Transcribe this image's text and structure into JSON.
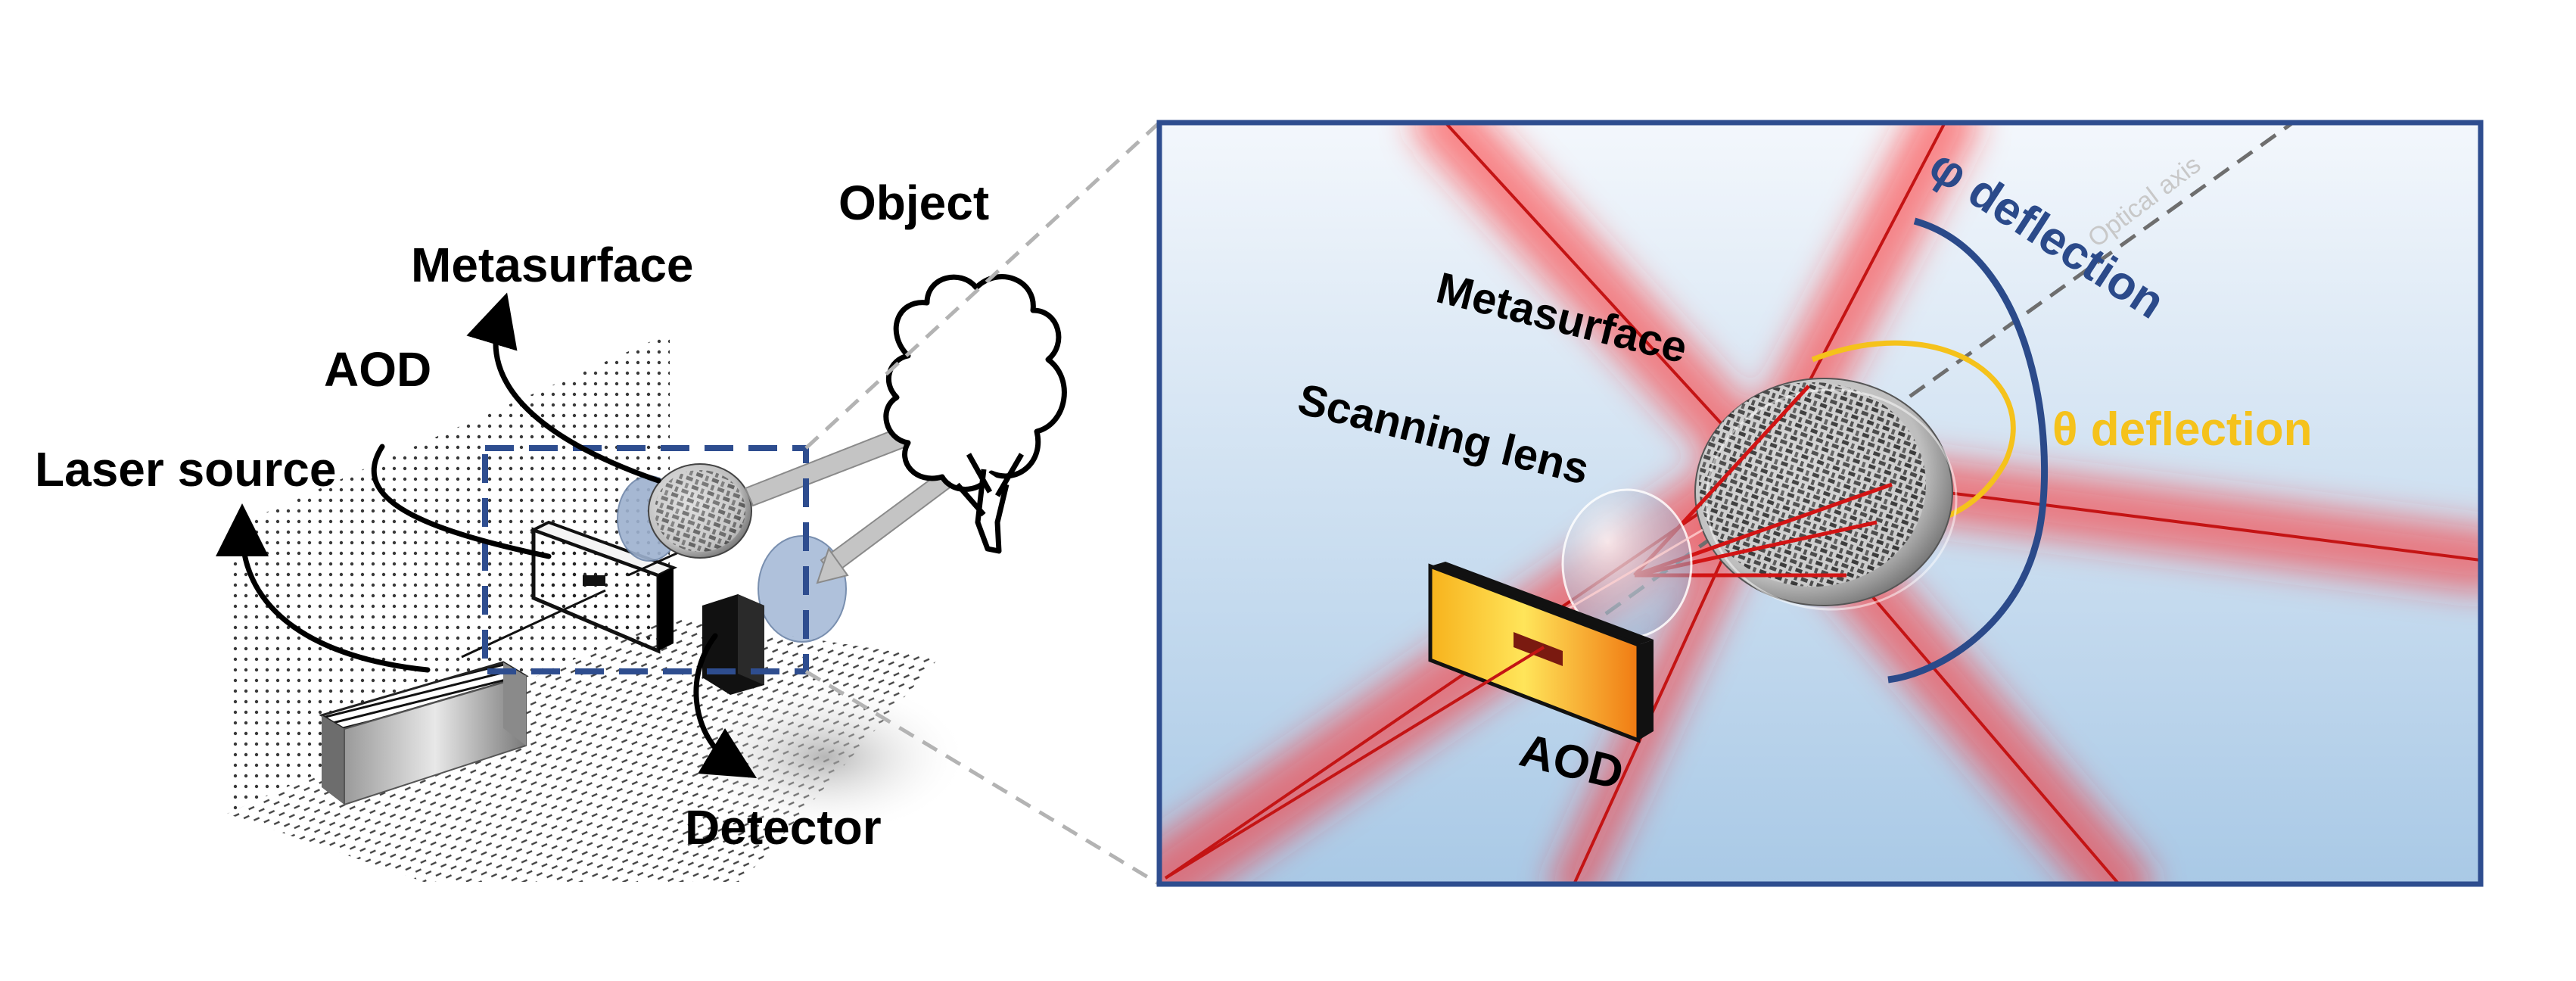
{
  "left_panel": {
    "labels": {
      "object": "Object",
      "metasurface": "Metasurface",
      "aod": "AOD",
      "laser_source": "Laser source",
      "detector": "Detector"
    }
  },
  "right_panel": {
    "labels": {
      "optical_axis": "Optical axis",
      "phi_deflection": "φ deflection",
      "theta_deflection": "θ deflection",
      "metasurface": "Metasurface",
      "scanning_lens": "Scanning lens",
      "aod": "AOD"
    }
  },
  "colors": {
    "frame_blue": "#2e4d8f",
    "phi_blue": "#2b4a8a",
    "theta_yellow": "#f5c21b",
    "beam_red": "#e02020",
    "dash_gray": "#b3b3b3"
  }
}
